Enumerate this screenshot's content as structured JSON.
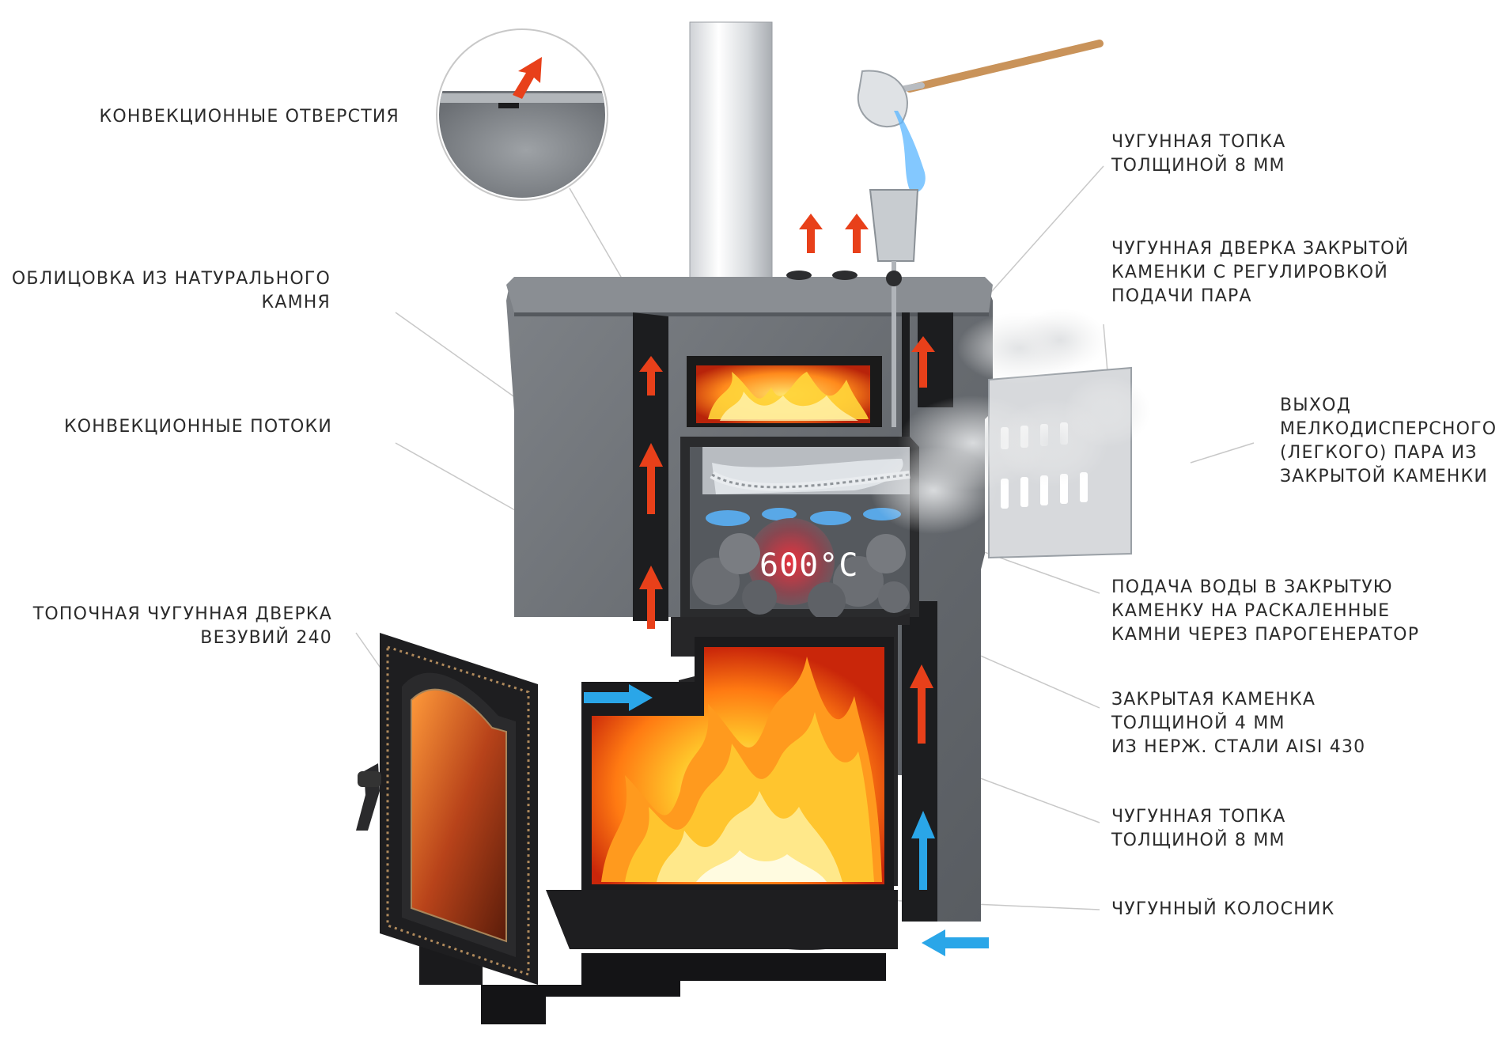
{
  "labels": {
    "convection_holes": [
      "КОНВЕКЦИОННЫЕ ОТВЕРСТИЯ"
    ],
    "stone_cladding": [
      "ОБЛИЦОВКА ИЗ НАТУРАЛЬНОГО",
      "КАМНЯ"
    ],
    "convection_flows": [
      "КОНВЕКЦИОННЫЕ ПОТОКИ"
    ],
    "firebox_door": [
      "ТОПОЧНАЯ ЧУГУННАЯ ДВЕРКА",
      "ВЕЗУВИЙ 240"
    ],
    "cast_iron_firebox_top": [
      "ЧУГУННАЯ ТОПКА",
      "ТОЛЩИНОЙ 8 ММ"
    ],
    "heater_door": [
      "ЧУГУННАЯ ДВЕРКА ЗАКРЫТОЙ",
      "КАМЕНКИ С РЕГУЛИРОВКОЙ",
      "ПОДАЧИ ПАРА"
    ],
    "steam_outlet": [
      "ВЫХОД",
      "МЕЛКОДИСПЕРСНОГО",
      "(ЛЕГКОГО) ПАРА ИЗ",
      "ЗАКРЫТОЙ КАМЕНКИ"
    ],
    "water_supply": [
      "ПОДАЧА ВОДЫ В ЗАКРЫТУЮ",
      "КАМЕНКУ НА РАСКАЛЕННЫЕ",
      "КАМНИ ЧЕРЕЗ ПАРОГЕНЕРАТОР"
    ],
    "closed_heater": [
      "ЗАКРЫТАЯ КАМЕНКА",
      "ТОЛЩИНОЙ 4 ММ",
      "ИЗ НЕРЖ. СТАЛИ AISI 430"
    ],
    "cast_iron_firebox_bottom": [
      "ЧУГУННАЯ ТОПКА",
      "ТОЛЩИНОЙ 8 ММ"
    ],
    "grate": [
      "ЧУГУННЫЙ КОЛОСНИК"
    ]
  },
  "temperature": "600°C",
  "colors": {
    "stone": "#6f7378",
    "stone_dark": "#4a4e53",
    "iron": "#1d1d1f",
    "fire_core": "#ffd33a",
    "fire_mid": "#ff8a1c",
    "fire_outer": "#e2350c",
    "hot_arrow": "#e8401a",
    "cold_arrow": "#2aa6e8",
    "leader": "#c8c8c8",
    "text": "#2b2b2b"
  }
}
